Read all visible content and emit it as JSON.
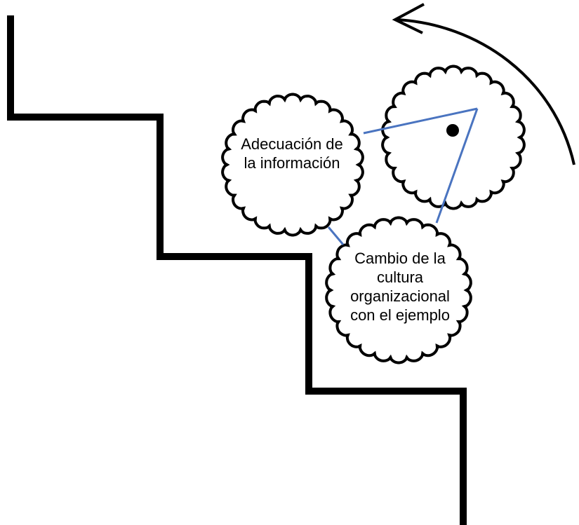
{
  "colors": {
    "stairs": "#000000",
    "gear_outline": "#000000",
    "gear_fill": "#ffffff",
    "connector": "#4a74c0",
    "arrow": "#000000",
    "pivot_dot": "#000000"
  },
  "gears": {
    "left": {
      "lines": [
        "Adecuación de",
        "la información"
      ]
    },
    "bottom": {
      "lines": [
        "Cambio de la",
        "cultura",
        "organizacional",
        "con el ejemplo"
      ]
    },
    "right": {
      "lines": []
    }
  },
  "arrow": {
    "direction": "counter-clockwise"
  }
}
